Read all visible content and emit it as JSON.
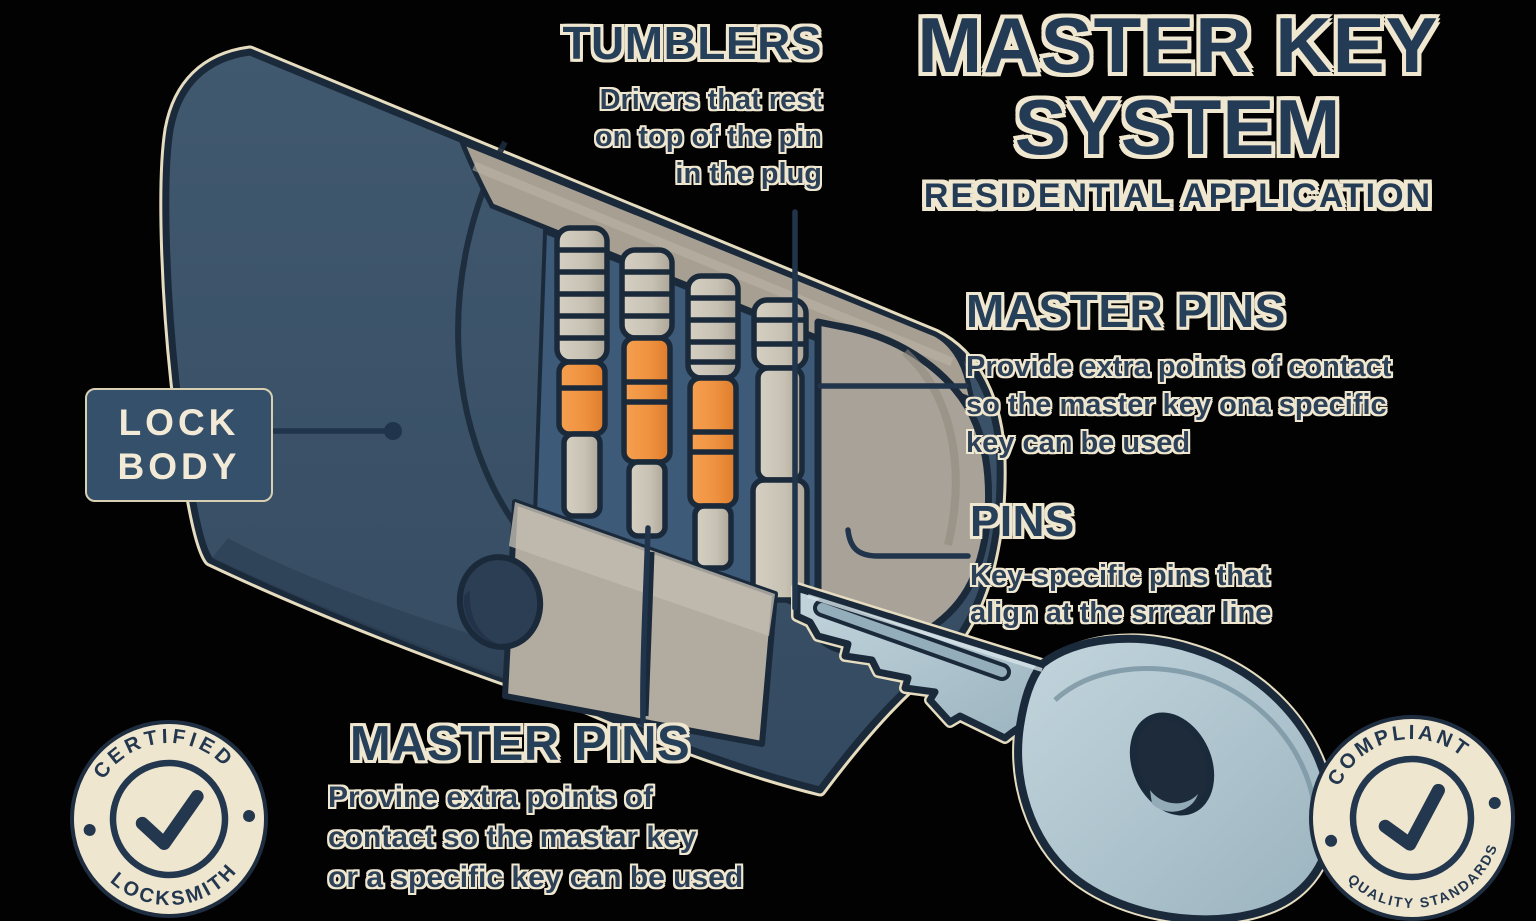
{
  "title": {
    "line1": "MASTER KEY",
    "line2": "SYSTEM",
    "subtitle": "RESIDENTIAL APPLICATION"
  },
  "callouts": {
    "tumblers": {
      "heading": "TUMBLERS",
      "lines": [
        "Drivers that rest",
        "on top of the pin",
        "in the plug"
      ]
    },
    "master_pins_right": {
      "heading": "MASTER PINS",
      "lines": [
        "Provide extra points of contact",
        "so the master key ona specific",
        "key can be used"
      ]
    },
    "pins": {
      "heading": "PINS",
      "lines": [
        "Key-specific pins that",
        "align at the srrear line"
      ]
    },
    "lock_body": {
      "line1": "LOCK",
      "line2": "BODY"
    },
    "master_pins_bottom": {
      "heading": "MASTER PINS",
      "lines": [
        "Provine extra points of",
        "contact so the mastar key",
        "or a specific key can be used"
      ]
    }
  },
  "badges": {
    "left": {
      "top_text": "CERTIFIED",
      "bottom_text": "LOCKSMITH"
    },
    "right": {
      "top_text": "COMPLIANT",
      "bottom_text": "QUALITY STANDARDS"
    }
  },
  "colors": {
    "background": "#020202",
    "body_navy": "#3C546E",
    "outline_navy": "#1B2A3B",
    "chamber_navy": "#3D5A78",
    "cut_gray": "#A79F92",
    "pin_gray": "#CCC6B9",
    "master_pin_orange": "#F09240",
    "key_metal": "#B9CDD6",
    "cream": "#F0E7D0",
    "text_navy": "#27405A"
  }
}
